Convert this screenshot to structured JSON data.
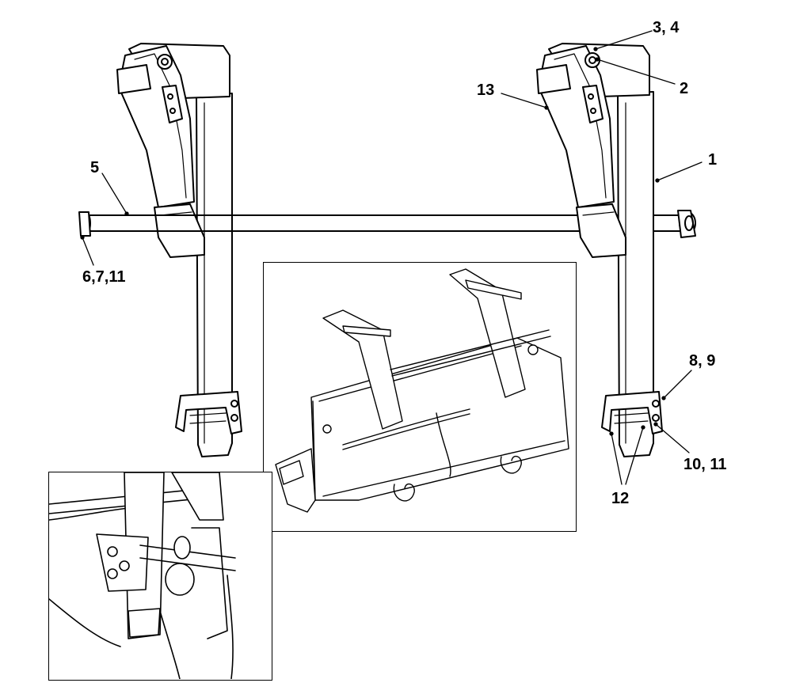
{
  "callouts": {
    "c1": "1",
    "c2": "2",
    "c3_4": "3, 4",
    "c5": "5",
    "c6_7_11": "6,7,11",
    "c8_9": "8, 9",
    "c10_11": "10, 11",
    "c12": "12",
    "c13": "13"
  },
  "colors": {
    "line": "#000000",
    "background": "#ffffff"
  }
}
